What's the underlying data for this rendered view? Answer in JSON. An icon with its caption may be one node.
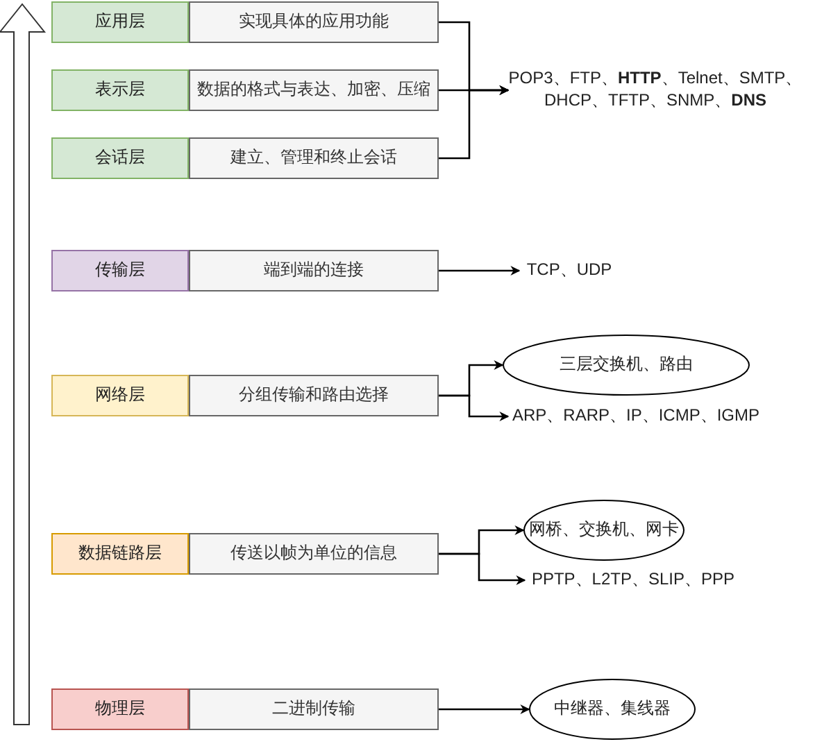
{
  "diagram": {
    "nodes": [
      {
        "text": [
          "应用层"
        ]
      },
      {
        "text": [
          "实现具体的应用功能"
        ]
      },
      {
        "text": [
          "表示层"
        ]
      },
      {
        "text": [
          "数据的格式与表达、加密、压缩"
        ]
      },
      {
        "text": [
          "会话层"
        ]
      },
      {
        "text": [
          "建立、管理和终止会话"
        ]
      },
      {
        "text": [
          "POP3、FTP、**HTTP**、Telnet、SMTP、DHCP、TFTP、SNMP、**DNS**"
        ]
      },
      {
        "text": [
          "传输层"
        ]
      },
      {
        "text": [
          "端到端的连接"
        ]
      },
      {
        "text": [
          "TCP、UDP"
        ]
      },
      {
        "text": [
          "网络层"
        ]
      },
      {
        "text": [
          "分组传输和路由选择"
        ]
      },
      {
        "text": [
          "三层交换机、路由"
        ]
      },
      {
        "text": [
          "ARP、RARP、IP、ICMP、IGMP"
        ]
      },
      {
        "text": [
          "数据链路层"
        ]
      },
      {
        "text": [
          "传送以帧为单位的信息"
        ]
      },
      {
        "text": [
          "网桥、交换机、网卡"
        ]
      },
      {
        "text": [
          "PPTP、L2TP、SLIP、PPP"
        ]
      },
      {
        "text": [
          "物理层"
        ]
      },
      {
        "text": [
          "二进制传输"
        ]
      },
      {
        "text": [
          "中继器、集线器"
        ]
      }
    ],
    "edges": [
      {
        "from": 1,
        "to": 6,
        "arrow": "to"
      },
      {
        "from": 3,
        "to": 6,
        "arrow": "to"
      },
      {
        "from": 5,
        "to": 6,
        "arrow": "to"
      },
      {
        "from": 8,
        "to": 9,
        "arrow": "to"
      },
      {
        "from": 11,
        "to": 12,
        "arrow": "to"
      },
      {
        "from": 11,
        "to": 13,
        "arrow": "to"
      },
      {
        "from": 15,
        "to": 16,
        "arrow": "to"
      },
      {
        "from": 15,
        "to": 17,
        "arrow": "to"
      },
      {
        "from": 19,
        "to": 20,
        "arrow": "to"
      }
    ]
  }
}
